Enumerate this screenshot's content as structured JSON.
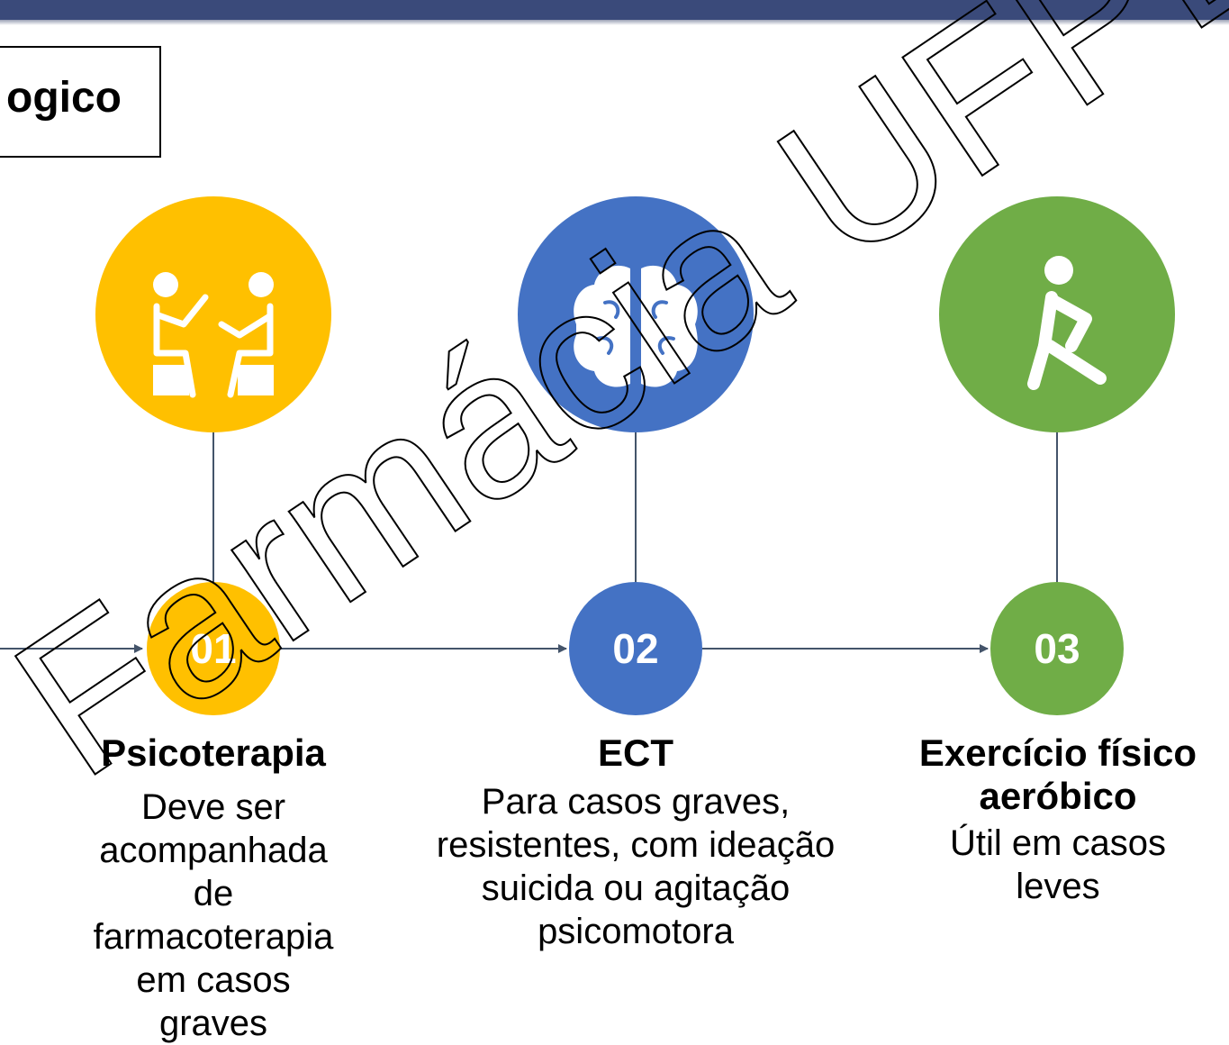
{
  "title": {
    "text": "ogico"
  },
  "steps": [
    {
      "number": "01",
      "heading": "Psicoterapia",
      "description": "Deve ser acompanhada de farmacoterapia em casos graves",
      "color": "#ffc000",
      "icon": "therapy-session-icon"
    },
    {
      "number": "02",
      "heading": "ECT",
      "description": "Para casos graves, resistentes, com ideação suicida ou agitação psicomotora",
      "color": "#4472c4",
      "icon": "brain-icon"
    },
    {
      "number": "03",
      "heading": "Exercício físico aeróbico",
      "description": "Útil em casos leves",
      "color": "#70ad47",
      "icon": "stretching-person-icon"
    }
  ],
  "connector_color": "#44546a",
  "topbar_color": "#3a4a7a",
  "watermark": {
    "text": "Farmácia UFPB"
  }
}
